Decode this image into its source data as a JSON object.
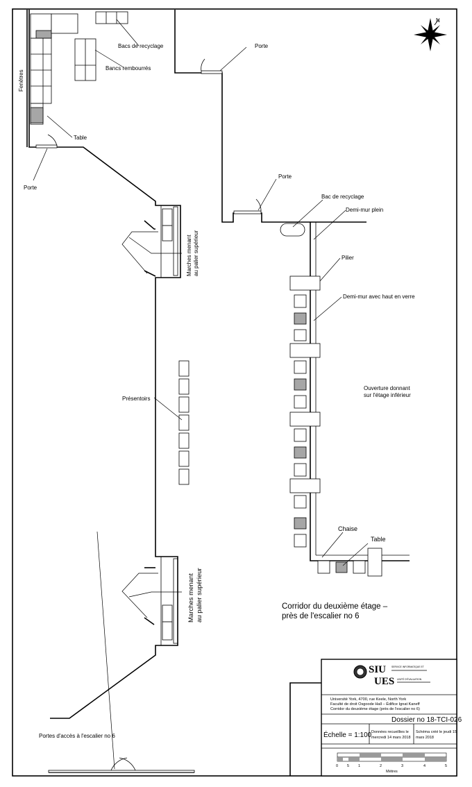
{
  "plan": {
    "labels": {
      "bacs_recyclage": "Bacs de recyclage",
      "bancs": "Bancs rembourrés",
      "fenetres": "Fenêtres",
      "table_top": "Table",
      "porte_left": "Porte",
      "porte_top": "Porte",
      "porte_mid": "Porte",
      "bac_recyclage": "Bac de recyclage",
      "demi_mur_plein": "Demi-mur plein",
      "pilier": "Pilier",
      "demi_mur_verre": "Demi-mur avec haut en verre",
      "ouverture_1": "Ouverture donnant",
      "ouverture_2": "sur l'étage inférieur",
      "marches_top_1": "Marches menant",
      "marches_top_2": "au palier supérieur",
      "presentoirs": "Présentoirs",
      "marches_bot_1": "Marches menant",
      "marches_bot_2": "au palier supérieur",
      "chaise": "Chaise",
      "table_bottom": "Table",
      "corridor_1": "Corridor du deuxième étage –",
      "corridor_2": "près de l'escalier no 6",
      "portes_acces": "Portes d'accès à l'escalier no 6",
      "compass_n": "N"
    },
    "title_block": {
      "logo_siu": "SIU",
      "logo_ues": "UES",
      "logo_siu_sub": "SERVICE INFORMATIQUE ET",
      "logo_ues_sub": "UNITÉ D'ÉVALUATION",
      "address_1": "Université York, 4700, rue Keele, North York",
      "address_2": "Faculté de droit Osgoode Hall – Édifice Ignat Kaneff",
      "address_3": "Corridor du deuxième étage (près de l'escalier no 6)",
      "dossier": "Dossier no 18-TCI-026",
      "echelle": "Échelle = 1:100",
      "donnees_1": "Données recueillies le",
      "donnees_2": "mercredi 14 mars 2018",
      "schema_1": "Schéma créé le jeudi 15",
      "schema_2": "mars 2018",
      "scale_ticks": [
        "0",
        "5",
        "1",
        "2",
        "3",
        "4",
        "5"
      ],
      "scale_unit": "Mètres"
    }
  }
}
